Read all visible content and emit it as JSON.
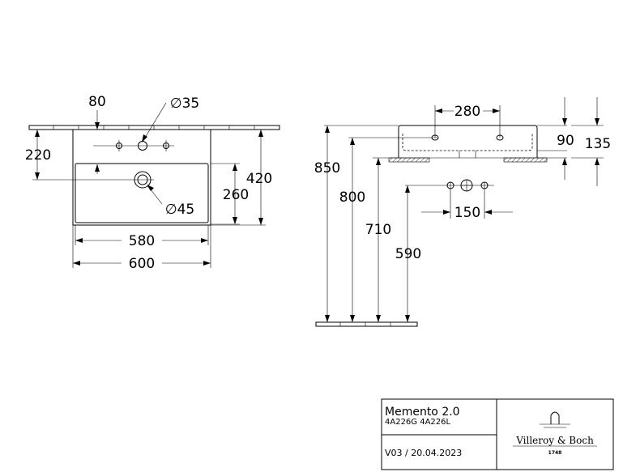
{
  "front_view": {
    "dim_80": "80",
    "dim_d35": "∅35",
    "dim_220": "220",
    "dim_260": "260",
    "dim_420": "420",
    "dim_d45": "∅45",
    "dim_580": "580",
    "dim_600": "600"
  },
  "side_view": {
    "dim_280": "280",
    "dim_90": "90",
    "dim_135": "135",
    "dim_850": "850",
    "dim_800": "800",
    "dim_710": "710",
    "dim_590": "590",
    "dim_150": "150"
  },
  "title_block": {
    "product": "Memento 2.0",
    "articles": "4A226G 4A226L",
    "version": "V03 / 20.04.2023",
    "brand": "Villeroy & Boch",
    "brand_year": "1748"
  }
}
